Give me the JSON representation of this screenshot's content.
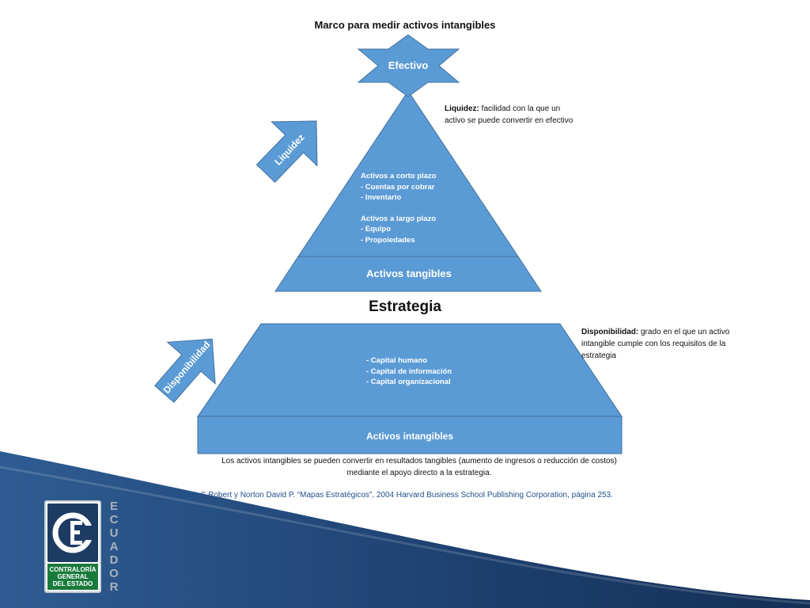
{
  "title": "Marco para medir activos intangibles",
  "top_diagram": {
    "apex_label": "Efectivo",
    "arrow_label": "Liquidez",
    "groups": [
      [
        "Activos a corto plazo",
        "- Cuentas por cobrar",
        "- Inventario"
      ],
      [
        "Activos a largo plazo",
        "- Equipo",
        "- Propoiedades"
      ]
    ],
    "base_label": "Activos tangibles",
    "note": {
      "term": "Liquidez:",
      "line1_rest": " facilidad con la que un",
      "line2": "activo se puede convertir en efectivo"
    }
  },
  "middle_label": "Estrategia",
  "bottom_diagram": {
    "arrow_label": "Disponibilidad",
    "items": [
      "- Capital humano",
      "- Capital de información",
      "- Capital organizacional"
    ],
    "base_label": "Activos intangibles",
    "note": {
      "term": "Disponibilidad:",
      "line1_rest": " grado en el que un activo",
      "line2": "intangible cumple con los requisitos de la",
      "line3": "estrategia"
    }
  },
  "footer": {
    "line1": "Los activos intangibles se pueden convertir en resultados tangibles (aumento de ingresos o reducción de costos)",
    "line2": "mediante el apoyo directo a la estrategia.",
    "citation": "Kaplan, S Robert y Norton David P. “Mapas Estratégicos”, 2004 Harvard Business School Publishing Corporation, página 253."
  },
  "logo": {
    "org_lines": [
      "CONTRALORÍA",
      "GENERAL",
      "DEL ESTADO"
    ],
    "vertical_letters": [
      "E",
      "C",
      "U",
      "A",
      "D",
      "O",
      "R"
    ]
  },
  "colors": {
    "shape_fill": "#5b9bd5",
    "shape_stroke": "#41719c",
    "wave_dark": "#1d3f6e",
    "wave_mid": "#2e5c92",
    "logo_green": "#1a7a3c",
    "citation_blue": "#1f4e8c"
  }
}
